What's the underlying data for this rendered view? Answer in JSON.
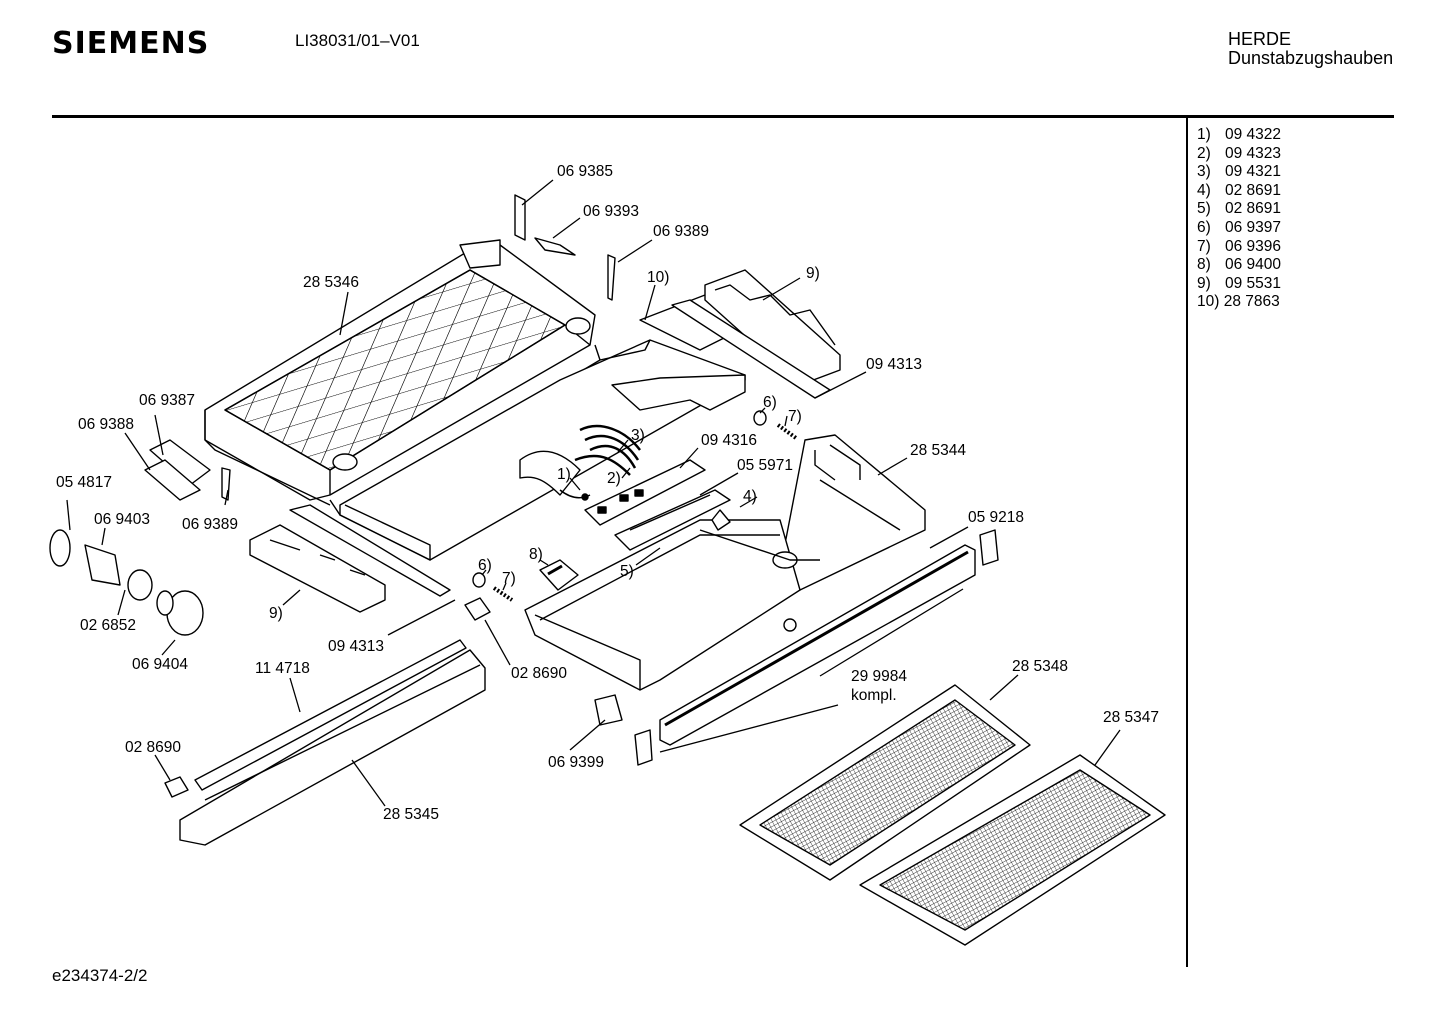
{
  "header": {
    "brand": "SIEMENS",
    "model": "LI38031/01–V01",
    "category": "HERDE",
    "subcategory": "Dunstabzugshauben"
  },
  "legend": [
    {
      "key": "1)",
      "part": "09 4322"
    },
    {
      "key": "2)",
      "part": "09 4323"
    },
    {
      "key": "3)",
      "part": "09 4321"
    },
    {
      "key": "4)",
      "part": "02 8691"
    },
    {
      "key": "5)",
      "part": "02 8691"
    },
    {
      "key": "6)",
      "part": "06 9397"
    },
    {
      "key": "7)",
      "part": "06 9396"
    },
    {
      "key": "8)",
      "part": "06 9400"
    },
    {
      "key": "9)",
      "part": "09 5531"
    },
    {
      "key": "10)",
      "part": "28 7863"
    }
  ],
  "callouts": {
    "c069385": "06 9385",
    "c069393": "06 9393",
    "c069389a": "06 9389",
    "c285346": "28 5346",
    "c10": "10)",
    "c9a": "9)",
    "c094313a": "09 4313",
    "c069387": "06 9387",
    "c069388": "06 9388",
    "c6a": "6)",
    "c7a": "7)",
    "c3": "3)",
    "c094316": "09 4316",
    "c285344": "28 5344",
    "c054817": "05 4817",
    "c1": "1)",
    "c2": "2)",
    "c055971": "05 5971",
    "c4": "4)",
    "c069389b": "06 9389",
    "c069403": "06 9403",
    "c059218": "05 9218",
    "c5": "5)",
    "c8": "8)",
    "c6b": "6)",
    "c7b": "7)",
    "c9b": "9)",
    "c026852": "02 6852",
    "c094313b": "09 4313",
    "c069404": "06 9404",
    "c114718": "11 4718",
    "c028690a": "02 8690",
    "c299984": "29 9984",
    "c299984k": "kompl.",
    "c285348": "28 5348",
    "c285347": "28 5347",
    "c028690b": "02 8690",
    "c069399": "06 9399",
    "c285345": "28 5345"
  },
  "footer": "e234374-2/2"
}
